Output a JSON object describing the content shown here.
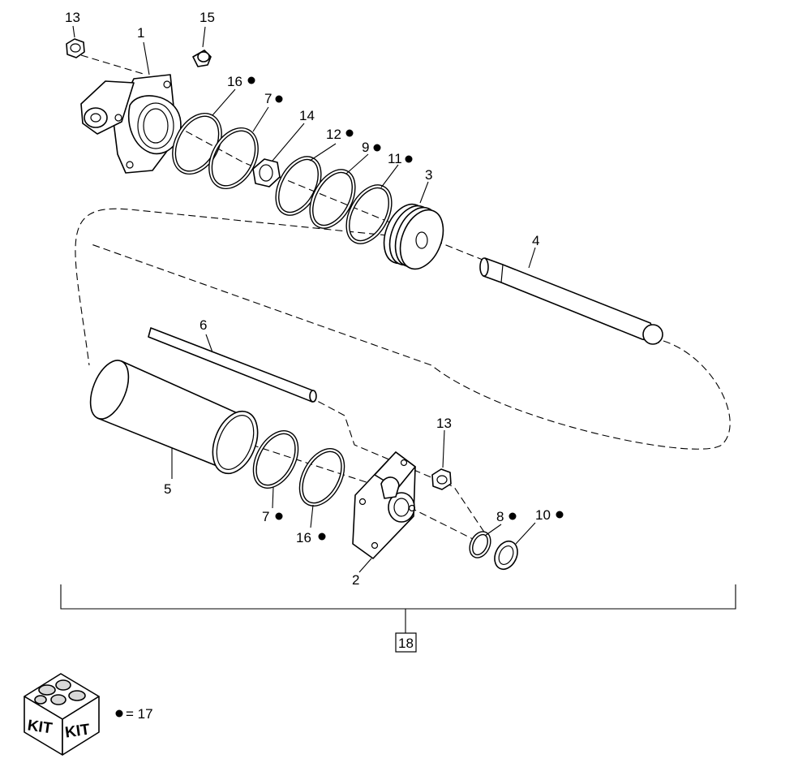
{
  "callouts": {
    "c1": "1",
    "c2": "2",
    "c3": "3",
    "c4": "4",
    "c5": "5",
    "c6": "6",
    "c7a": "7",
    "c7b": "7",
    "c8": "8",
    "c9": "9",
    "c10": "10",
    "c11": "11",
    "c12": "12",
    "c13a": "13",
    "c13b": "13",
    "c14": "14",
    "c15": "15",
    "c16a": "16",
    "c16b": "16",
    "c18": "18"
  },
  "kit": {
    "label_left": "KIT",
    "label_right": "KIT",
    "legend": "= 17"
  }
}
